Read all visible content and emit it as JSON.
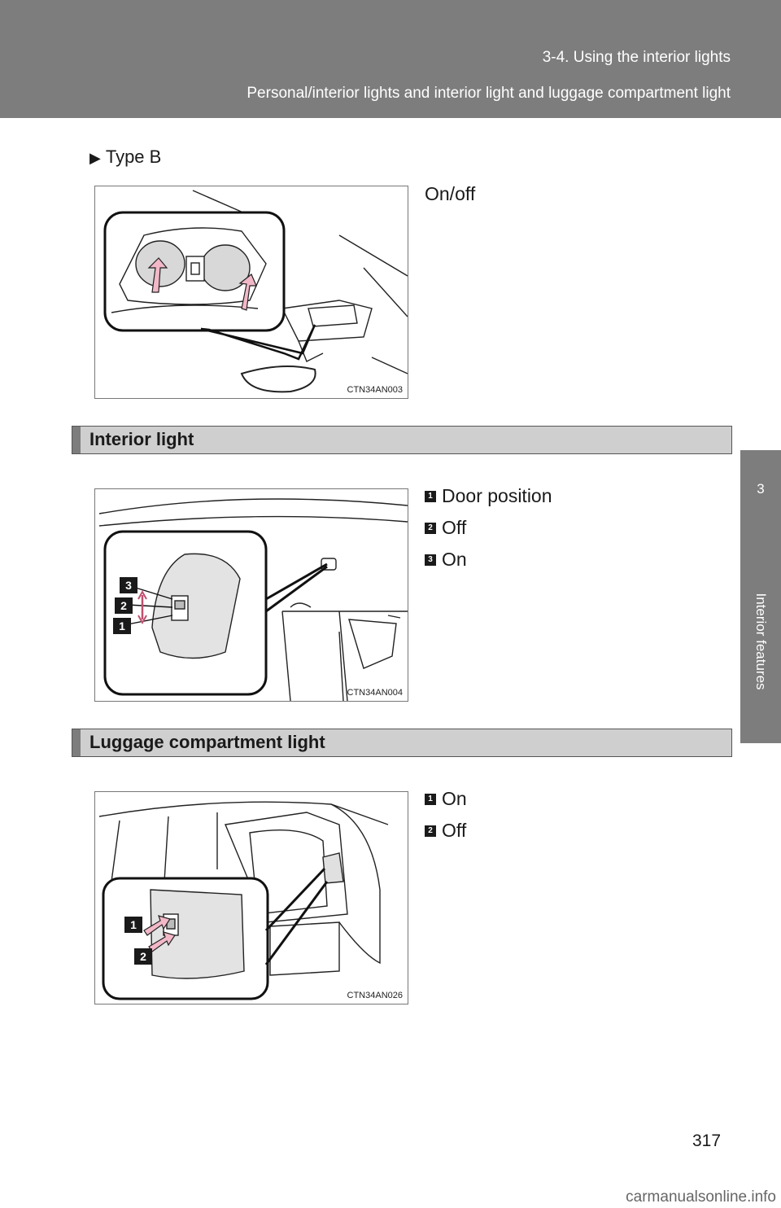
{
  "header": {
    "section": "3-4. Using the interior lights",
    "subtitle": "Personal/interior lights and interior light and luggage compartment light"
  },
  "side_tab": {
    "number": "3",
    "label": "Interior features"
  },
  "type_b": {
    "marker": "▶",
    "label": "Type B"
  },
  "figure_1": {
    "code": "CTN34AN003",
    "caption": "On/off"
  },
  "interior_light": {
    "title": "Interior light",
    "figure_code": "CTN34AN004",
    "callouts": [
      "3",
      "2",
      "1"
    ],
    "items": [
      {
        "num": "1",
        "label": "Door position"
      },
      {
        "num": "2",
        "label": "Off"
      },
      {
        "num": "3",
        "label": "On"
      }
    ]
  },
  "luggage_light": {
    "title": "Luggage compartment light",
    "figure_code": "CTN34AN026",
    "callouts": [
      "1",
      "2"
    ],
    "items": [
      {
        "num": "1",
        "label": "On"
      },
      {
        "num": "2",
        "label": "Off"
      }
    ]
  },
  "page_number": "317",
  "watermark": "carmanualsonline.info"
}
